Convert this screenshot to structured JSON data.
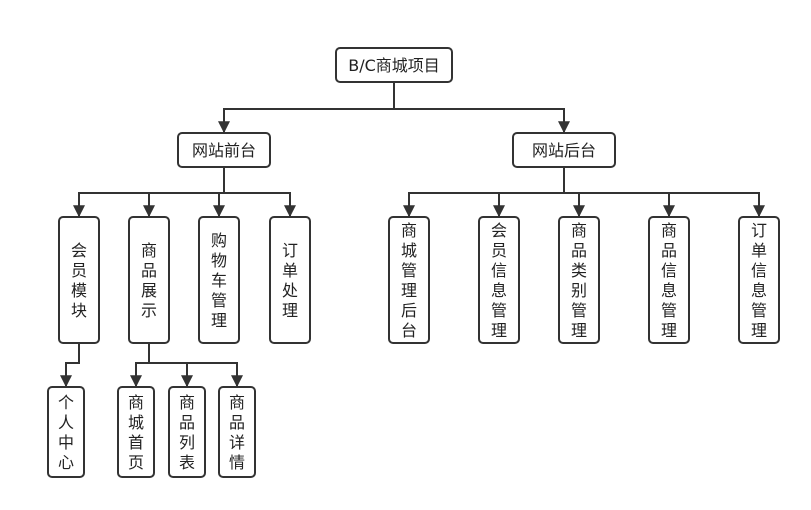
{
  "diagram": {
    "nodes": {
      "root": "B/C商城项目",
      "front": "网站前台",
      "back": "网站后台",
      "member_module": "会员模块",
      "product_display": "商品展示",
      "cart_management": "购物车管理",
      "order_processing": "订单处理",
      "personal_center": "个人中心",
      "mall_home": "商城首页",
      "product_list": "商品列表",
      "product_detail": "商品详情",
      "mall_admin": "商城管理后台",
      "member_info_mgmt": "会员信息管理",
      "category_mgmt": "商品类别管理",
      "product_info_mgmt": "商品信息管理",
      "order_info_mgmt": "订单信息管理"
    },
    "edges": [
      [
        "root",
        "front"
      ],
      [
        "root",
        "back"
      ],
      [
        "front",
        "member_module"
      ],
      [
        "front",
        "product_display"
      ],
      [
        "front",
        "cart_management"
      ],
      [
        "front",
        "order_processing"
      ],
      [
        "member_module",
        "personal_center"
      ],
      [
        "product_display",
        "mall_home"
      ],
      [
        "product_display",
        "product_list"
      ],
      [
        "product_display",
        "product_detail"
      ],
      [
        "back",
        "mall_admin"
      ],
      [
        "back",
        "member_info_mgmt"
      ],
      [
        "back",
        "category_mgmt"
      ],
      [
        "back",
        "product_info_mgmt"
      ],
      [
        "back",
        "order_info_mgmt"
      ]
    ],
    "colors": {
      "stroke": "#333333",
      "fill": "#ffffff",
      "text": "#222222"
    }
  }
}
